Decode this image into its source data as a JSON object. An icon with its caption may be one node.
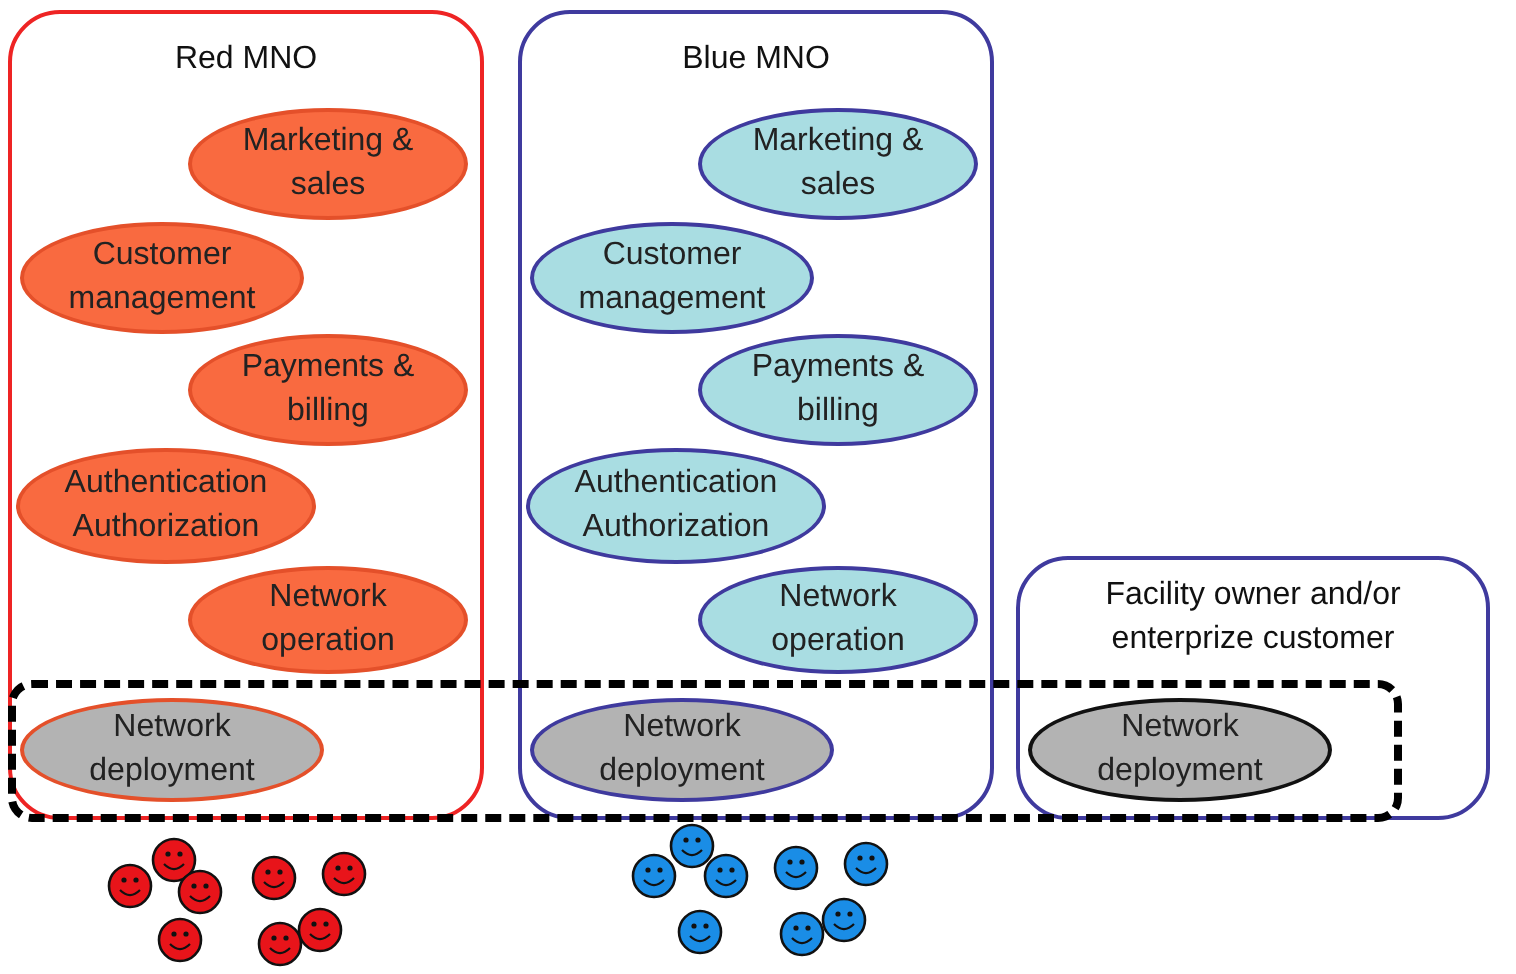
{
  "diagram": {
    "nodes": [
      {
        "text": [
          "Red MNO"
        ]
      },
      {
        "text": [
          "Marketing & sales"
        ],
        "in": 0
      },
      {
        "text": [
          "Customer management"
        ],
        "in": 0
      },
      {
        "text": [
          "Payments & billing"
        ],
        "in": 0
      },
      {
        "text": [
          "Authentication Authorization"
        ],
        "in": 0
      },
      {
        "text": [
          "Network operation"
        ],
        "in": 0
      },
      {
        "text": [
          "Network deployment"
        ]
      },
      {
        "text": [
          "Blue MNO"
        ]
      },
      {
        "text": [
          "Marketing & sales"
        ],
        "in": 7
      },
      {
        "text": [
          "Customer management"
        ],
        "in": 7
      },
      {
        "text": [
          "Payments & billing"
        ],
        "in": 7
      },
      {
        "text": [
          "Authentication Authorization"
        ],
        "in": 7
      },
      {
        "text": [
          "Network operation"
        ],
        "in": 7
      },
      {
        "text": [
          "Network deployment"
        ]
      },
      {
        "text": [
          "Facility owner and/or enterprize customer"
        ]
      },
      {
        "text": [
          "Network deployment"
        ]
      },
      {
        "text": [],
        "shape": "box"
      }
    ]
  }
}
